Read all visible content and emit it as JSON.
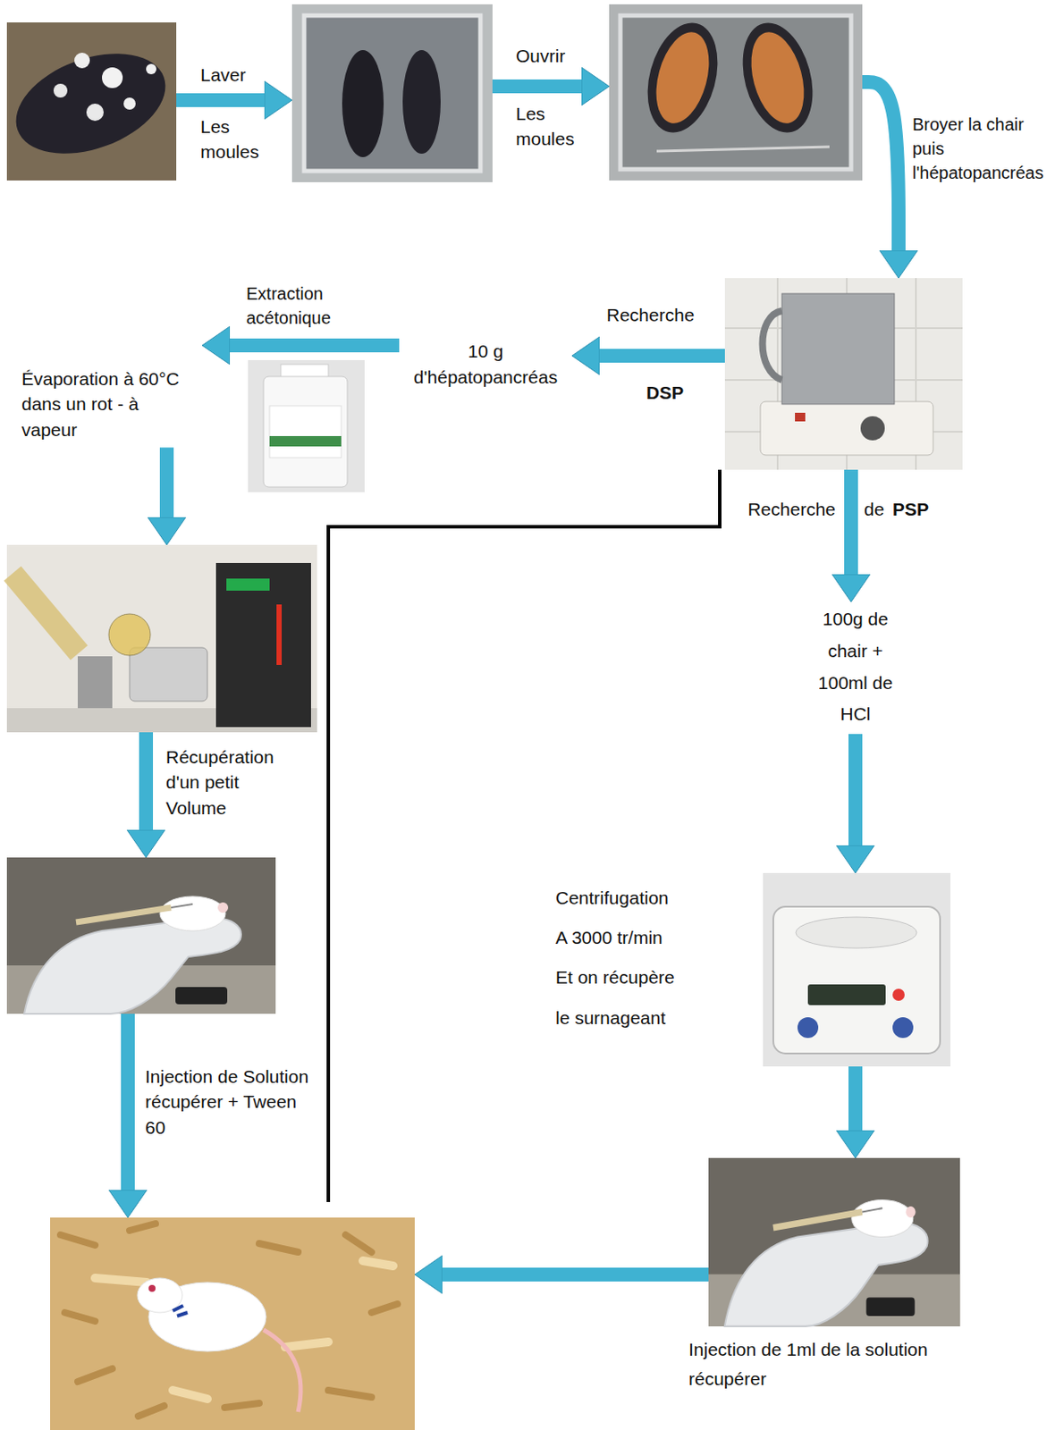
{
  "diagram": {
    "nodes": [
      {
        "text": []
      },
      {
        "text": []
      },
      {
        "text": []
      },
      {
        "text": []
      },
      {
        "text": [
          "10 g d'hépatopancréas"
        ]
      },
      {
        "text": [
          "Évaporation à 60°C dans un rot - à vapeur"
        ]
      },
      {
        "text": []
      },
      {
        "text": []
      },
      {
        "text": [
          "100g de chair + 100ml de HCl"
        ]
      },
      {
        "text": [
          "Centrifugation A 3000 tr/min Et on récupère le surnageant"
        ]
      },
      {
        "text": [
          "Injection de 1ml de la solution récupérer"
        ]
      },
      {
        "text": []
      }
    ],
    "edges": [
      {
        "from": 0,
        "to": 1,
        "arrow": "to",
        "label": "Laver"
      },
      {
        "from": 1,
        "to": 2,
        "arrow": "to",
        "label": "Ouvrir"
      },
      {
        "from": 2,
        "to": 3,
        "arrow": "to",
        "label": "Broyer la chair puis l'hépatopancréas"
      },
      {
        "from": 3,
        "to": 4,
        "arrow": "to",
        "label": "Recherche"
      },
      {
        "from": 4,
        "to": 5,
        "arrow": "to",
        "label": "Extraction acétonique"
      },
      {
        "from": 5,
        "to": 6,
        "arrow": "to"
      },
      {
        "from": 6,
        "to": 7,
        "arrow": "to",
        "label": "Récupération d'un petit Volume"
      },
      {
        "from": 7,
        "to": 11,
        "arrow": "to",
        "label": "Injection de Solution récupérer + Tween 60"
      },
      {
        "from": 3,
        "to": 8,
        "arrow": "to",
        "label": "Recherche"
      },
      {
        "from": 8,
        "to": 9,
        "arrow": "to"
      },
      {
        "from": 9,
        "to": 10,
        "arrow": "to"
      },
      {
        "from": 10,
        "to": 11,
        "arrow": "to"
      }
    ],
    "labels": [
      "Les moules",
      "Les moules",
      "DSP",
      "de",
      "PSP"
    ]
  }
}
